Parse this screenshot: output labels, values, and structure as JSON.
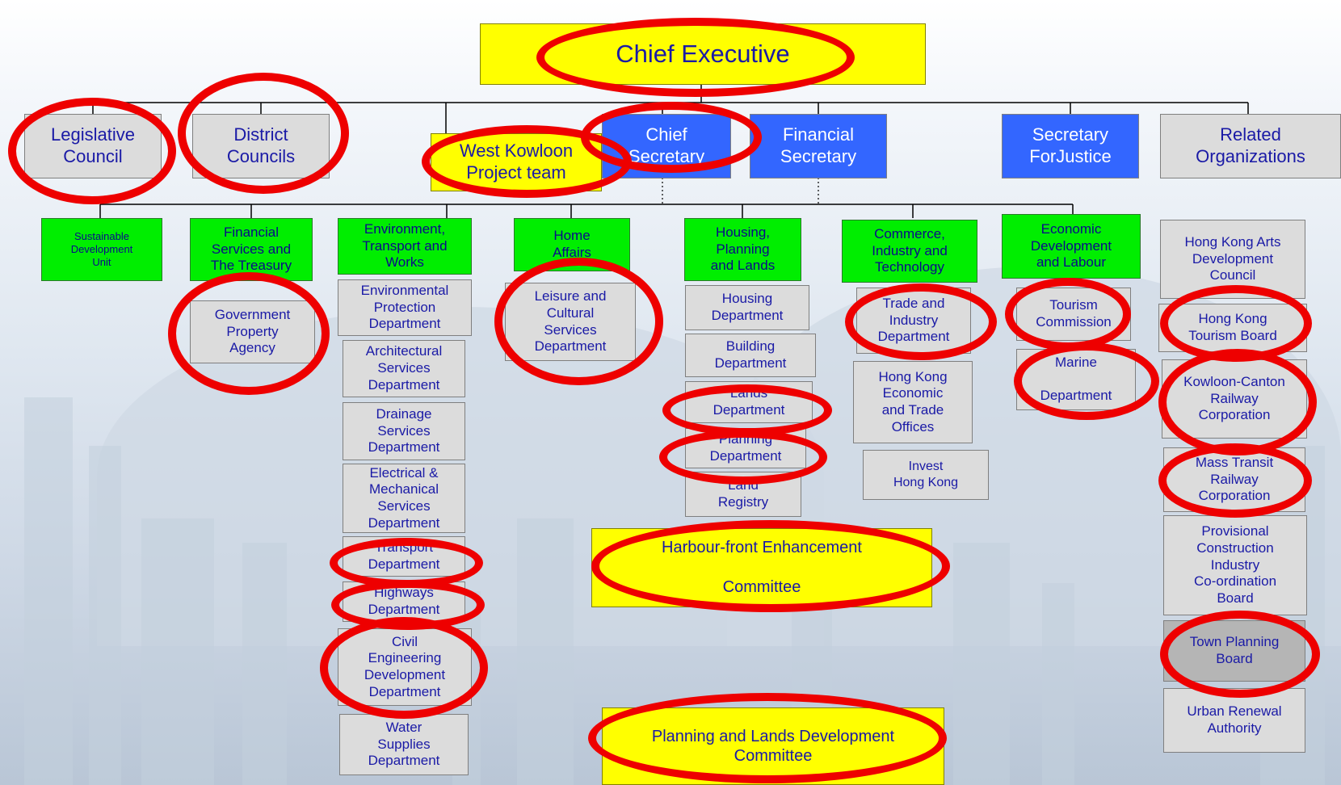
{
  "top": {
    "chief_executive": "Chief Executive"
  },
  "councils": {
    "legislative": "Legislative\nCouncil",
    "district": "District\nCouncils"
  },
  "project": {
    "west_kowloon": "West Kowloon\nProject team"
  },
  "secretaries": {
    "chief": "Chief\nSecretary",
    "financial": "Financial\nSecretary",
    "justice": "Secretary\nForJustice"
  },
  "related": {
    "title": "Related\nOrganizations",
    "items": [
      "Hong Kong Arts\nDevelopment\nCouncil",
      "Hong Kong\nTourism Board",
      "Kowloon-Canton\nRailway\nCorporation",
      "Mass Transit\nRailway\nCorporation",
      "Provisional\nConstruction\nIndustry\nCo-ordination\nBoard",
      "Town Planning\nBoard",
      "Urban Renewal\nAuthority"
    ]
  },
  "bureaux": {
    "sustainable": "Sustainable\nDevelopment\nUnit",
    "financial_services": "Financial\nServices and\nThe Treasury",
    "environment": "Environment,\nTransport and\nWorks",
    "home_affairs": "Home\nAffairs",
    "housing": "Housing,\nPlanning\nand Lands",
    "commerce": "Commerce,\nIndustry and\nTechnology",
    "economic": "Economic\nDevelopment\nand Labour"
  },
  "departments": {
    "government_property": "Government\nProperty\nAgency",
    "environment_depts": [
      "Environmental\nProtection\nDepartment",
      "Architectural\nServices\nDepartment",
      "Drainage\nServices\nDepartment",
      "Electrical &\nMechanical\nServices\nDepartment",
      "Transport\nDepartment",
      "Highways\nDepartment",
      "Civil\nEngineering\nDevelopment\nDepartment",
      "Water\nSupplies\nDepartment"
    ],
    "leisure": "Leisure and\nCultural\nServices\nDepartment",
    "housing_depts": [
      "Housing\nDepartment",
      "Building\nDepartment",
      "Lands\nDepartment",
      "Planning\nDepartment",
      "Land\nRegistry"
    ],
    "commerce_depts": [
      "Trade and\nIndustry\nDepartment",
      "Hong Kong\nEconomic\nand Trade\nOffices",
      "Invest\nHong Kong"
    ],
    "economic_depts": [
      "Tourism\nCommission",
      "Marine\n\nDepartment"
    ]
  },
  "committees": {
    "harbour": "Harbour-front Enhancement\n\nCommittee",
    "planning_lands": "Planning and Lands Development\nCommittee"
  },
  "colors": {
    "yellow": "#ffff00",
    "blue": "#3366ff",
    "green": "#00ee00",
    "gray": "#dcdcdc",
    "highlight_ring": "#ee0000"
  }
}
